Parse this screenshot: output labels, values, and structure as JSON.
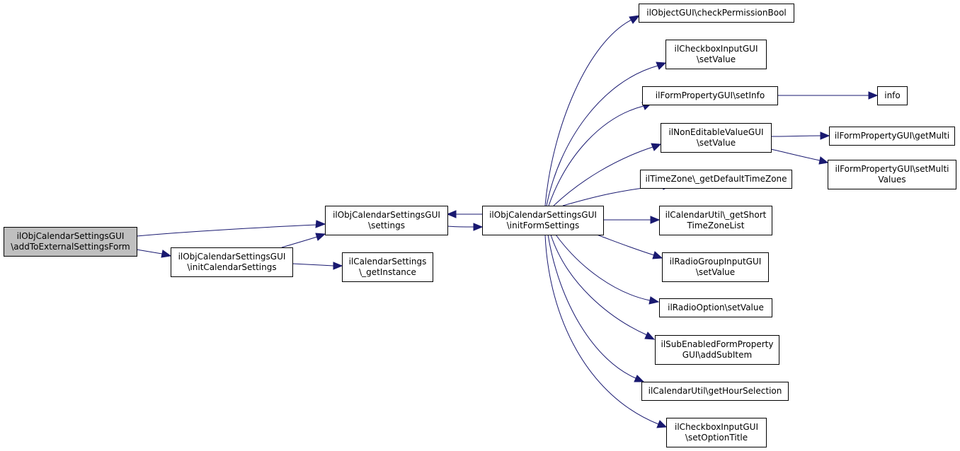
{
  "colors": {
    "edge": "#191970",
    "node_fill": "#ffffff",
    "root_fill": "#bfbfbf",
    "border": "#000000"
  },
  "nodes": {
    "root": {
      "lines": [
        "ilObjCalendarSettingsGUI",
        "\\addToExternalSettingsForm"
      ],
      "highlight": true
    },
    "settings": {
      "lines": [
        "ilObjCalendarSettingsGUI",
        "\\settings"
      ]
    },
    "initCalendarSettings": {
      "lines": [
        "ilObjCalendarSettingsGUI",
        "\\initCalendarSettings"
      ]
    },
    "getInstance": {
      "lines": [
        "ilCalendarSettings",
        "\\_getInstance"
      ]
    },
    "initFormSettings": {
      "lines": [
        "ilObjCalendarSettingsGUI",
        "\\initFormSettings"
      ]
    },
    "checkPermissionBool": {
      "lines": [
        "ilObjectGUI\\checkPermissionBool"
      ]
    },
    "checkboxSetValue": {
      "lines": [
        "ilCheckboxInputGUI",
        "\\setValue"
      ]
    },
    "setInfo": {
      "lines": [
        "ilFormPropertyGUI\\setInfo"
      ]
    },
    "info": {
      "lines": [
        "info"
      ]
    },
    "nonEditableSetValue": {
      "lines": [
        "ilNonEditableValueGUI",
        "\\setValue"
      ]
    },
    "getMulti": {
      "lines": [
        "ilFormPropertyGUI\\getMulti"
      ]
    },
    "setMultiValues": {
      "lines": [
        "ilFormPropertyGUI\\setMulti",
        "Values"
      ]
    },
    "getDefaultTimeZone": {
      "lines": [
        "ilTimeZone\\_getDefaultTimeZone"
      ]
    },
    "getShortTimeZoneList": {
      "lines": [
        "ilCalendarUtil\\_getShort",
        "TimeZoneList"
      ]
    },
    "radioGroupSetValue": {
      "lines": [
        "ilRadioGroupInputGUI",
        "\\setValue"
      ]
    },
    "radioOptionSetValue": {
      "lines": [
        "ilRadioOption\\setValue"
      ]
    },
    "addSubItem": {
      "lines": [
        "ilSubEnabledFormProperty",
        "GUI\\addSubItem"
      ]
    },
    "getHourSelection": {
      "lines": [
        "ilCalendarUtil\\getHourSelection"
      ]
    },
    "setOptionTitle": {
      "lines": [
        "ilCheckboxInputGUI",
        "\\setOptionTitle"
      ]
    }
  }
}
